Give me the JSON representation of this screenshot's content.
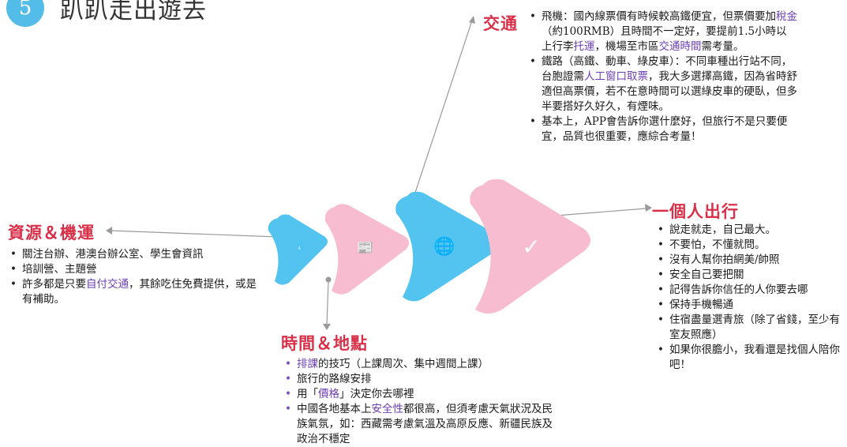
{
  "header": {
    "number": "5",
    "title": "趴趴走出遊去"
  },
  "colors": {
    "blue": "#53c3ef",
    "pink": "#f7bcd0",
    "title_red": "#d9304a",
    "highlight": "#6d3fb3",
    "line_gray": "#9a9a9a"
  },
  "sections": {
    "resources": {
      "title": "資源＆機運",
      "items": [
        [
          "關注台辦、港澳台辦公室、學生會資訊"
        ],
        [
          "培訓營、主題營"
        ],
        [
          "許多都是只要",
          {
            "hl": "自付交通"
          },
          "，其餘吃住免費提供，或是有補助。"
        ]
      ]
    },
    "time_place": {
      "title": "時間＆地點",
      "items": [
        [
          {
            "hl": "排課"
          },
          "的技巧（上課周次、集中週間上課）"
        ],
        [
          "旅行的路線安排"
        ],
        [
          "用「",
          {
            "hl": "價格"
          },
          "」決定你去哪裡"
        ],
        [
          "中國各地基本上",
          {
            "hl": "安全性"
          },
          "都很高，但須考慮天氣狀況及民族氣氛，如：西藏需考慮氣溫及高原反應、新疆民族及政治不穩定"
        ]
      ]
    },
    "transport": {
      "title": "交通",
      "items": [
        [
          "飛機：國內線票價有時候較高鐵便宜，但票價要加",
          {
            "hl": "稅金"
          },
          "（約100RMB）且時間不一定好，要提前1.5小時以上行李",
          {
            "hl": "托運"
          },
          "，機場至市區",
          {
            "hl": "交通時間"
          },
          "需考量。"
        ],
        [
          "鐵路（高鐵、動車、綠皮車）：不同車種出行站不同，台胞證需",
          {
            "hl": "人工窗口取票"
          },
          "，我大多選擇高鐵，因為省時舒適但高票價，若不在意時間可以選綠皮車的硬臥，但多半要搭好久好久，有煙味。"
        ],
        [
          "基本上，APP會告訴你選什麼好，但旅行不是只要便宜，品質也很重要，應綜合考量！"
        ]
      ]
    },
    "solo": {
      "title": "一個人出行",
      "items": [
        [
          "說走就走，自己最大。"
        ],
        [
          "不要怕，不懂就問。"
        ],
        [
          "沒有人幫你拍網美/帥照"
        ],
        [
          "安全自己要把關"
        ],
        [
          "記得告訴你信任的人你要去哪"
        ],
        [
          "保持手機暢通"
        ],
        [
          "住宿盡量選青旅（除了省錢，至少有室友照應）"
        ],
        [
          "如果你很膽小，我看還是找個人陪你吧！"
        ]
      ]
    }
  },
  "chevrons": [
    {
      "color": "blue",
      "icon": "water-drops-icon",
      "glyph": "💧"
    },
    {
      "color": "pink",
      "icon": "newspaper-icon",
      "glyph": "📰"
    },
    {
      "color": "blue",
      "icon": "globe-icon",
      "glyph": "🌐"
    },
    {
      "color": "pink",
      "icon": "checkmark-icon",
      "glyph": "✓"
    }
  ]
}
